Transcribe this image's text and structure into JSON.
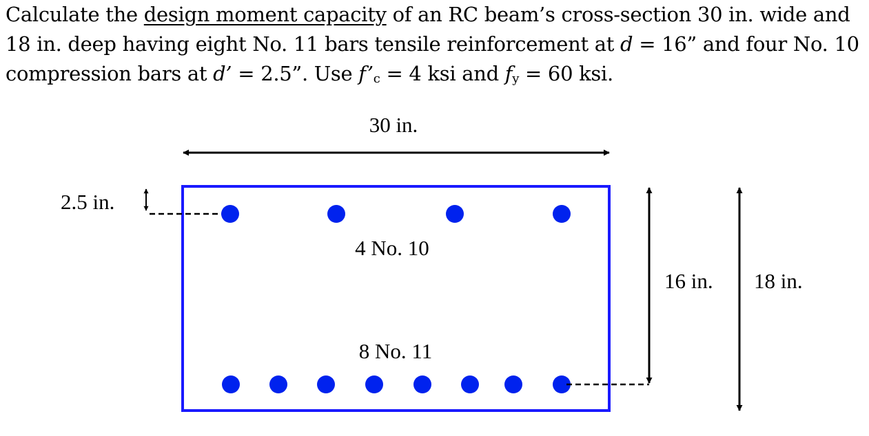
{
  "problem": {
    "p1": "Calculate the ",
    "p2": "design moment capacity",
    "p3": " of an RC beam’s cross-section 30 in. wide and 18 in. deep having eight No. 11 bars tensile reinforcement at ",
    "d_sym": "d",
    "p4": " = 16” and four No. 10 compression bars at ",
    "dprime_sym": "d’",
    "p5": " = 2.5”. Use ",
    "fc_sym": "f’",
    "fc_sub": "c",
    "p6": " = 4 ksi and ",
    "fy_sym": "f",
    "fy_sub": "y",
    "p7": " = 60 ksi."
  },
  "figure": {
    "width_label": "30 in.",
    "cover_label": "2.5 in.",
    "compression_label": "4 No. 10",
    "tension_label": "8 No. 11",
    "depth_d_label": "16 in.",
    "depth_h_label": "18 in.",
    "section_color": "#1a1aff",
    "bar_color": "#0022ee",
    "compression_bar_count": 4,
    "tension_bar_count": 8
  }
}
